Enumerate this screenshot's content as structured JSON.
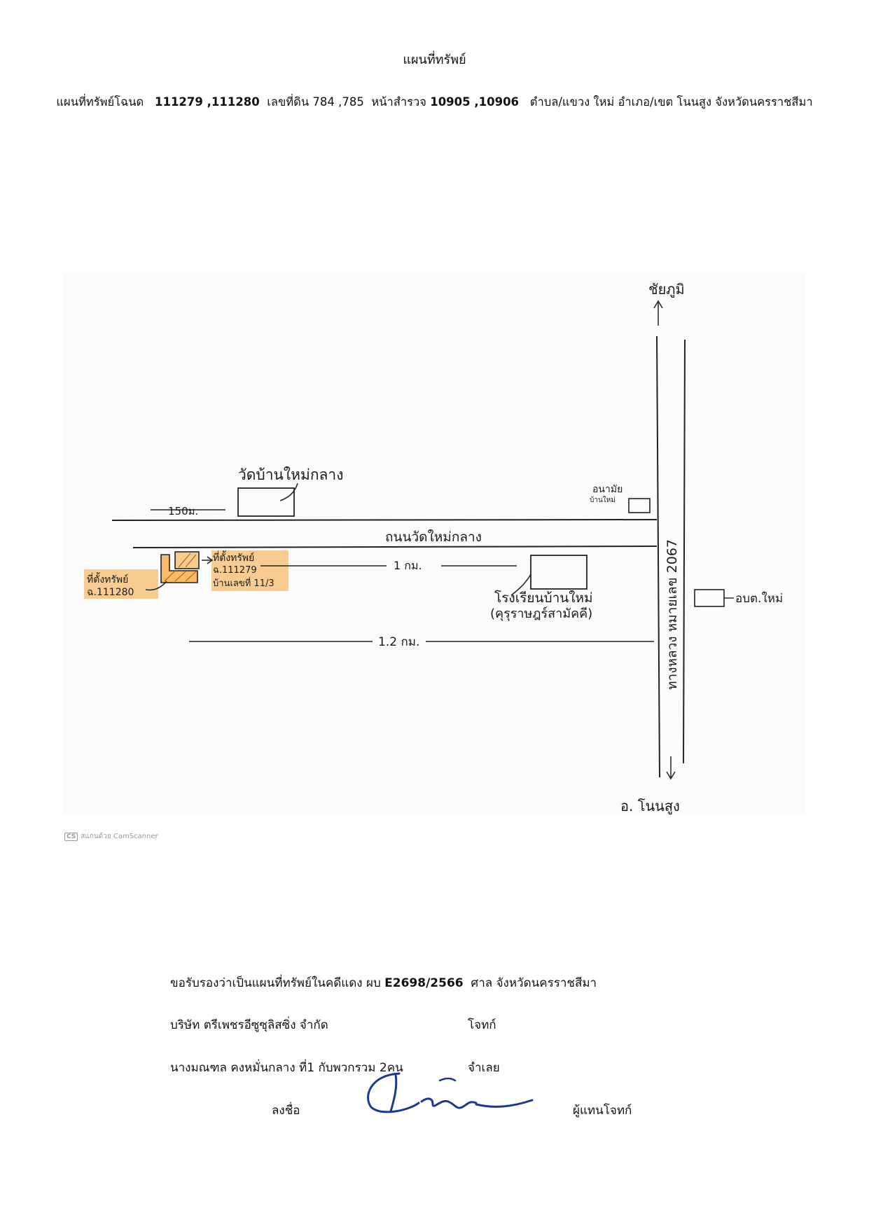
{
  "title": "แผนที่ทรัพย์",
  "header": {
    "prefix": "แผนที่ทรัพย์โฉนด",
    "deed_numbers": "111279 ,111280",
    "land_label": "เลขที่ดิน",
    "land_numbers": "784 ,785",
    "survey_label": "หน้าสำรวจ",
    "survey_numbers": "10905 ,10906",
    "location": "ตำบล/แขวง ใหม่  อำเภอ/เขต โนนสูง จังหวัดนครราชสีมา"
  },
  "map": {
    "top_destination": "ชัยภูมิ",
    "bottom_destination": "อ. โนนสูง",
    "highway": "ทางหลวง หมายเลข 2067",
    "temple": "วัดบ้านใหม่กลาง",
    "temple_distance": "150ม.",
    "road": "ถนนวัดใหม่กลาง",
    "clinic_line1": "อนามัย",
    "clinic_line2": "บ้านใหม่",
    "property1_line1": "ที่ตั้งทรัพย์",
    "property1_line2": "ฉ.111279",
    "property1_line3": "บ้านเลขที่ 11/3",
    "property2_line1": "ที่ตั้งทรัพย์",
    "property2_line2": "ฉ.111280",
    "distance_school": "1 กม.",
    "distance_highway": "1.2 กม.",
    "school_line1": "โรงเรียนบ้านใหม่",
    "school_line2": "(คุรุราษฎร์สามัคคี)",
    "district_office": "อบต.ใหม่",
    "highlight_color": "#f6a53a"
  },
  "scanner": {
    "badge": "CS",
    "text": "สแกนด้วย CamScanner"
  },
  "footer": {
    "certify_prefix": "ขอรับรองว่าเป็นแผนที่ทรัพย์ในคดีแดง  ผบ",
    "case_number": "E2698/2566",
    "certify_suffix": "ศาล จังหวัดนครราชสีมา",
    "plaintiff_name": "บริษัท ตรีเพชรอีซูซุลิสซิ่ง จำกัด",
    "plaintiff_role": "โจทก์",
    "defendant_name": "นางมณฑล คงหมั่นกลาง ที่1 กับพวกรวม 2คน",
    "defendant_role": "จำเลย",
    "sign_label": "ลงชื่อ",
    "sign_role": "ผู้แทนโจทก์"
  }
}
